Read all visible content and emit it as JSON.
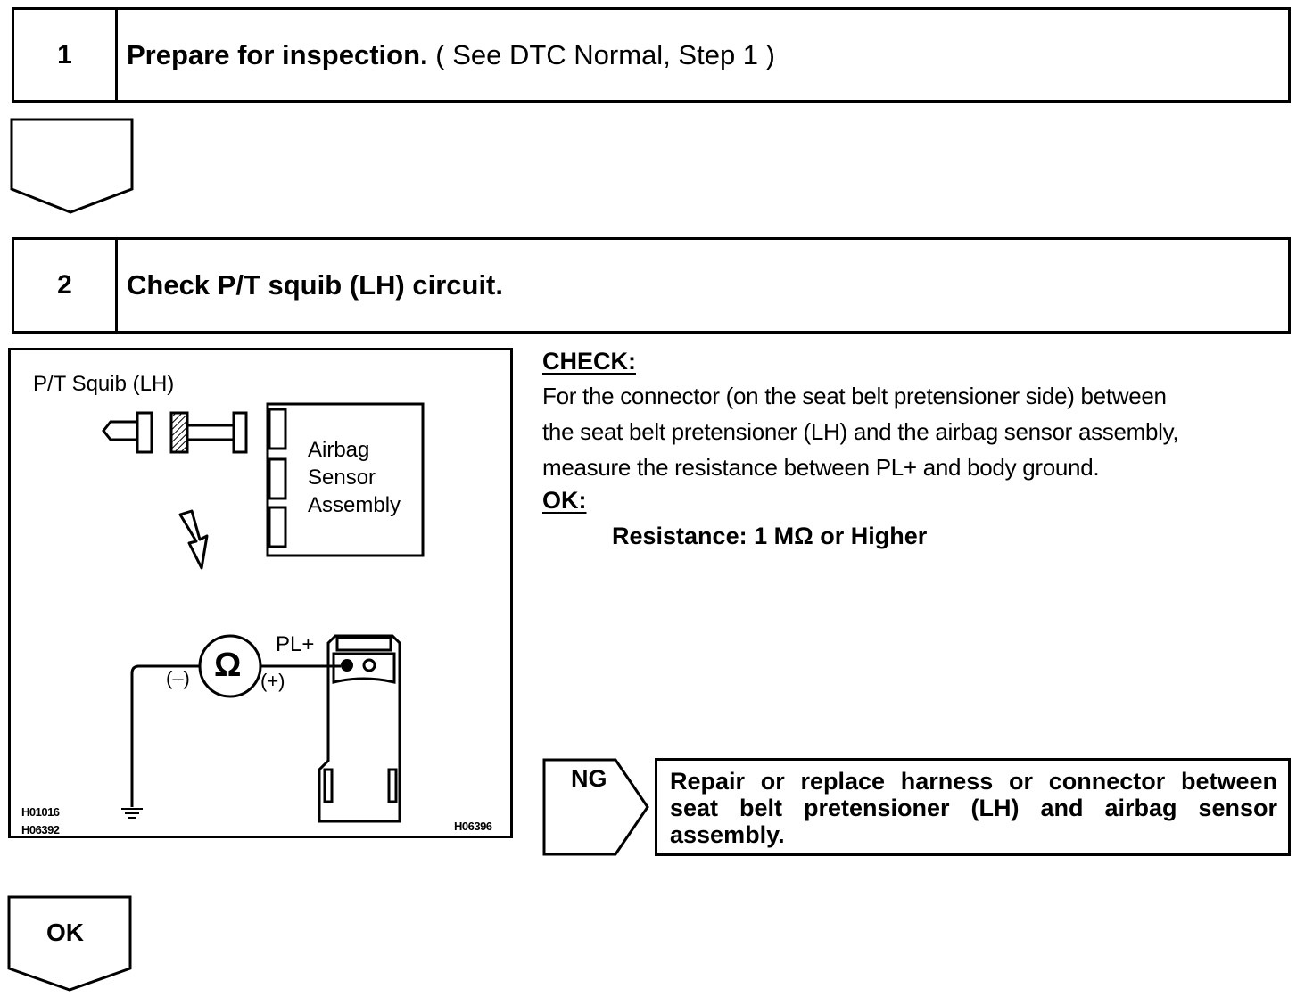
{
  "step1": {
    "number": "1",
    "title": "Prepare for inspection.",
    "ref": "( See DTC Normal, Step 1 )"
  },
  "step2": {
    "number": "2",
    "title": "Check P/T squib (LH) circuit."
  },
  "diagram": {
    "squib_label": "P/T Squib (LH)",
    "sensor_label": [
      "Airbag",
      "Sensor",
      "Assembly"
    ],
    "ohm_symbol": "Ω",
    "neg_label": "(–)",
    "pos_label": "(+)",
    "terminal_label": "PL+",
    "codes": [
      "H01016",
      "H06392"
    ],
    "code_right": "H06396"
  },
  "check": {
    "header": "CHECK:",
    "lines": [
      "For the connector (on the seat belt pretensioner side) between",
      "the seat belt pretensioner (LH) and the airbag sensor assembly,",
      "measure the resistance between PL+ and body ground."
    ],
    "ok_header": "OK:",
    "spec": "Resistance: 1 MΩ or Higher"
  },
  "ng": {
    "label": "NG",
    "action": "Repair or replace harness or connector between seat belt pretensioner (LH) and airbag sensor assembly."
  },
  "ok_arrow": {
    "label": "OK"
  }
}
